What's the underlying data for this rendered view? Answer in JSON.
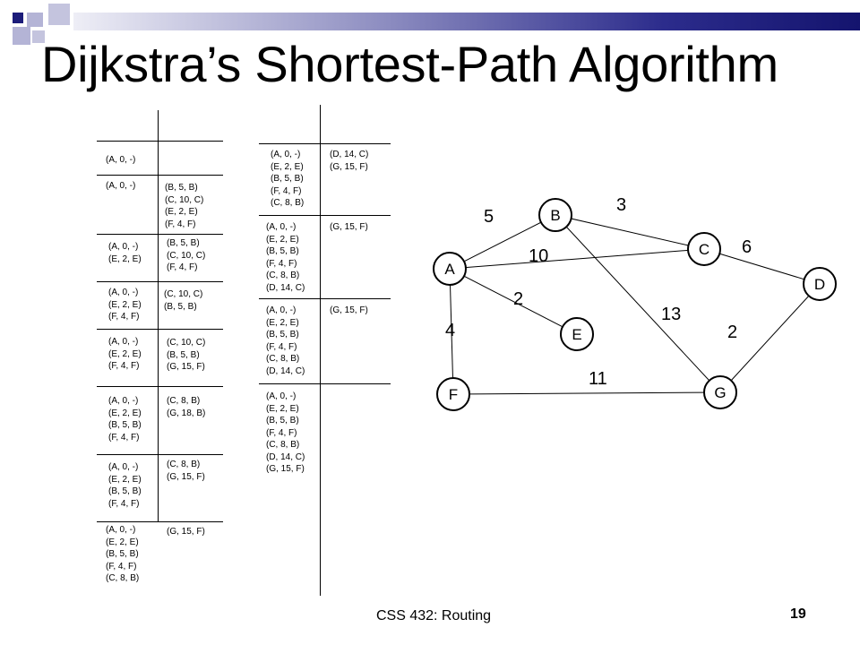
{
  "slide": {
    "title": "Dijkstra’s Shortest-Path Algorithm",
    "footer": "CSS 432: Routing",
    "page_number": "19"
  },
  "colors": {
    "title_bar_start": "#eeeef6",
    "title_bar_end": "#14146e",
    "square_light": "#b4b4d6",
    "square_dark": "#1c1c7a"
  },
  "table_left": [
    {
      "confirmed": "(A, 0, -)",
      "tentative": ""
    },
    {
      "confirmed": "(A, 0, -)",
      "tentative": "(B, 5, B)\n(C, 10, C)\n(E, 2, E)\n(F, 4, F)"
    },
    {
      "confirmed": "(A, 0, -)\n(E, 2, E)",
      "tentative": "(B, 5, B)\n(C, 10, C)\n(F, 4, F)"
    },
    {
      "confirmed": "(A, 0, -)\n(E, 2, E)\n(F, 4, F)",
      "tentative": "(C, 10, C)\n(B, 5, B)"
    },
    {
      "confirmed": "(A, 0, -)\n(E, 2, E)\n(F, 4, F)",
      "tentative": "(C, 10, C)\n(B, 5, B)\n(G, 15, F)"
    },
    {
      "confirmed": "(A, 0, -)\n(E, 2, E)\n(B, 5, B)\n(F, 4, F)",
      "tentative": "(C, 8, B)\n(G, 18, B)"
    },
    {
      "confirmed": "(A, 0, -)\n(E, 2, E)\n(B, 5, B)\n(F, 4, F)",
      "tentative": "(C, 8, B)\n(G, 15, F)"
    },
    {
      "confirmed": "(A, 0, -)\n(E, 2, E)\n(B, 5, B)\n(F, 4, F)\n(C, 8, B)",
      "tentative": "(G, 15, F)"
    }
  ],
  "table_right": [
    {
      "confirmed": "(A, 0, -)\n(E, 2, E)\n(B, 5, B)\n(F, 4, F)\n(C, 8, B)",
      "tentative": "(D, 14, C)\n(G, 15, F)"
    },
    {
      "confirmed": "(A, 0, -)\n(E, 2, E)\n(B, 5, B)\n(F, 4, F)\n(C, 8, B)\n(D, 14, C)",
      "tentative": "(G, 15, F)"
    },
    {
      "confirmed": "(A, 0, -)\n(E, 2, E)\n(B, 5, B)\n(F, 4, F)\n(C, 8, B)\n(D, 14, C)",
      "tentative": "(G, 15, F)"
    },
    {
      "confirmed": "(A, 0, -)\n(E, 2, E)\n(B, 5, B)\n(F, 4, F)\n(C, 8, B)\n(D, 14, C)\n(G, 15, F)",
      "tentative": ""
    }
  ],
  "graph": {
    "nodes": [
      {
        "id": "A",
        "label": "A"
      },
      {
        "id": "B",
        "label": "B"
      },
      {
        "id": "C",
        "label": "C"
      },
      {
        "id": "D",
        "label": "D"
      },
      {
        "id": "E",
        "label": "E"
      },
      {
        "id": "F",
        "label": "F"
      },
      {
        "id": "G",
        "label": "G"
      }
    ],
    "edges": [
      {
        "from": "A",
        "to": "B",
        "weight": "5"
      },
      {
        "from": "A",
        "to": "C",
        "weight": "10"
      },
      {
        "from": "A",
        "to": "E",
        "weight": "2"
      },
      {
        "from": "A",
        "to": "F",
        "weight": "4"
      },
      {
        "from": "B",
        "to": "C",
        "weight": "3"
      },
      {
        "from": "B",
        "to": "G",
        "weight": "13"
      },
      {
        "from": "C",
        "to": "D",
        "weight": "6"
      },
      {
        "from": "D",
        "to": "G",
        "weight": "2"
      },
      {
        "from": "F",
        "to": "G",
        "weight": "11"
      }
    ]
  }
}
